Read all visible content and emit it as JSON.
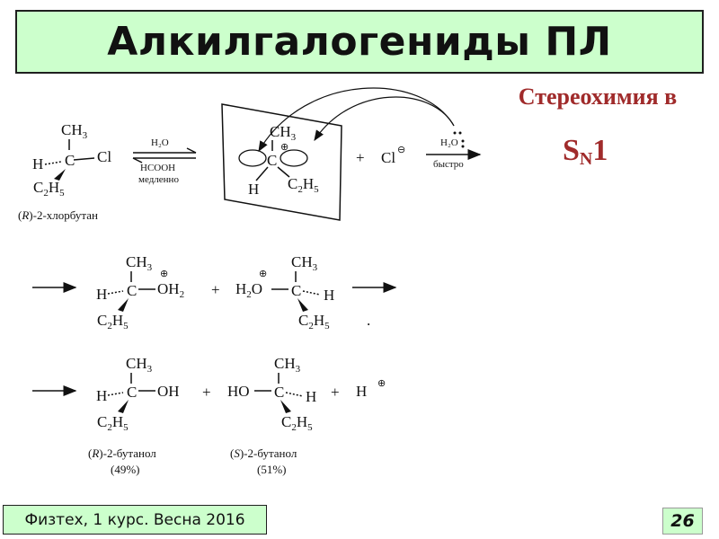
{
  "slide": {
    "title": "Алкилгалогениды ПЛ",
    "subtitle": "Стереохимия в",
    "mechanism_main": "S",
    "mechanism_sub": "N",
    "mechanism_num": "1",
    "footer": "Физтех, 1 курс. Весна 2016",
    "page_number": "26"
  },
  "scheme": {
    "ch3": "CH",
    "three": "3",
    "c": "C",
    "h": "H",
    "cl": "Cl",
    "c2": "C",
    "h5": "H",
    "two": "2",
    "five": "5",
    "plus": "+",
    "oh2_o": "OH",
    "h2o_h": "H",
    "h2o_o": "O",
    "oh": "OH",
    "ho": "HO",
    "h_plus": "H",
    "minus_charge": "⊖",
    "plus_charge": "⊕",
    "cl_ion": "Cl",
    "reagent1_top": "H₂O",
    "reagent1_bottom1": "HCOOH",
    "reagent1_bottom2": "медленно",
    "reagent2_top": "H₂O",
    "reagent2_bottom": "быстро",
    "name_start": "(",
    "name_r": "R",
    "name_s": "S",
    "name_chlorobutane": ")-2-хлорбутан",
    "name_butanol": ")-2-бутанол",
    "yield_r": "(49%)",
    "yield_s": "(51%)",
    "dot": "."
  }
}
